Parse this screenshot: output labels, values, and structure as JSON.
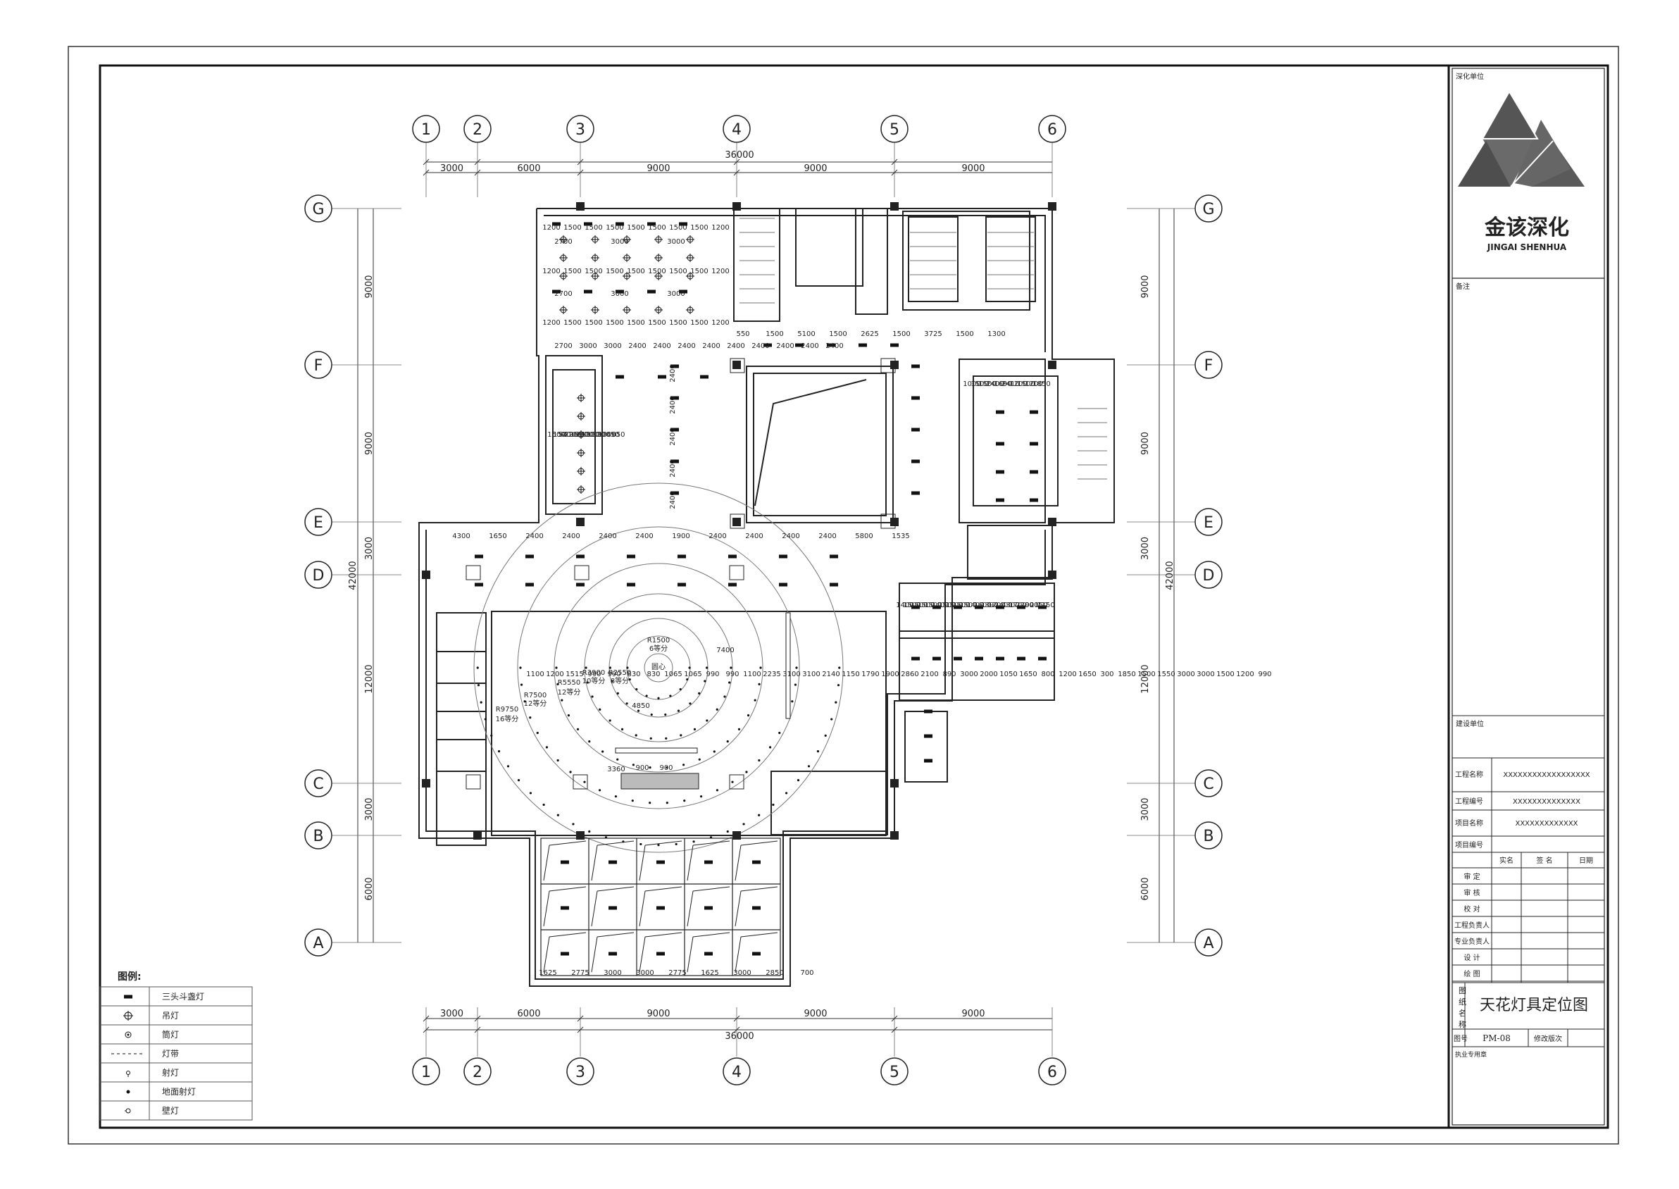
{
  "grid": {
    "col_labels": [
      "1",
      "2",
      "3",
      "4",
      "5",
      "6"
    ],
    "row_labels": [
      "G",
      "F",
      "E",
      "D",
      "C",
      "B",
      "A"
    ],
    "col_spacings": [
      "3000",
      "6000",
      "9000",
      "9000",
      "9000"
    ],
    "row_spacings": [
      "9000",
      "9000",
      "3000",
      "12000",
      "3000",
      "6000"
    ],
    "col_total": "36000",
    "row_total": "42000",
    "right_row_spacings": [
      "9000",
      "9000",
      "3000",
      "12000",
      "3000",
      "6000"
    ]
  },
  "dims": {
    "top_row1": [
      "1200",
      "1500",
      "1500",
      "1500",
      "1500",
      "1500",
      "1500",
      "1500",
      "1200"
    ],
    "top_row2": [
      "2700",
      "3000",
      "3000"
    ],
    "top_row3": [
      "1200",
      "1500",
      "1500",
      "1500",
      "1500",
      "1500",
      "1500",
      "1500",
      "1200"
    ],
    "top_row4": [
      "2700",
      "3000",
      "3000"
    ],
    "top_row5": [
      "1200",
      "1500",
      "1500",
      "1500",
      "1500",
      "1500",
      "1500",
      "1500",
      "1200"
    ],
    "row_f": [
      "2700",
      "3000",
      "3000",
      "2400",
      "2400",
      "2400",
      "2400",
      "2400",
      "2400",
      "2400",
      "2400",
      "2400"
    ],
    "row_f_right": [
      "550",
      "1500",
      "5100",
      "1500",
      "2625",
      "1500",
      "3725",
      "1500",
      "1300"
    ],
    "mid_vertical": [
      "2400",
      "2400",
      "2400",
      "2400",
      "2400"
    ],
    "row_e": [
      "4300",
      "1650",
      "2400",
      "2400",
      "2400",
      "2400",
      "1900",
      "2400",
      "2400",
      "2400",
      "2400",
      "5800",
      "1535"
    ],
    "lobby": [
      "R1500",
      "6等分",
      "R2550",
      "8等分",
      "R3900",
      "10等分",
      "R5550",
      "12等分",
      "R7500",
      "12等分",
      "R9750",
      "16等分",
      "圆心",
      "7400",
      "4850",
      "3360",
      "900",
      "900"
    ],
    "bottom_row": [
      "1625",
      "2775",
      "3000",
      "3000",
      "2775",
      "1625",
      "3000",
      "2850",
      "700"
    ],
    "left_block": [
      "1500",
      "1500",
      "5410",
      "2265",
      "1500",
      "1500",
      "1300",
      "1300",
      "1300",
      "1300",
      "650",
      "650"
    ],
    "right_block": [
      "1000",
      "1500",
      "1500",
      "2400",
      "1690",
      "2410",
      "1200",
      "1500",
      "1200",
      "1850"
    ],
    "right_lower": [
      "1400",
      "1500",
      "1500",
      "1500",
      "1500",
      "1400",
      "1500",
      "1500",
      "1500",
      "1500",
      "1400",
      "1600",
      "1390",
      "1200",
      "1400",
      "4300",
      "1700",
      "2200",
      "900",
      "2150",
      "1150"
    ],
    "misc": [
      "1100",
      "1200",
      "1515",
      "990",
      "990",
      "830",
      "830",
      "1065",
      "1065",
      "990",
      "990",
      "1100",
      "2235",
      "3100",
      "3100",
      "2140",
      "1150",
      "1790",
      "1900",
      "2860",
      "2100",
      "890",
      "3000",
      "2000",
      "1050",
      "1650",
      "800",
      "1200",
      "1650",
      "300",
      "1850",
      "1500",
      "1550",
      "3000",
      "3000",
      "1500",
      "1200",
      "990"
    ]
  },
  "legend": {
    "title": "图例:",
    "items": [
      {
        "icon": "triple-grille-light-icon",
        "label": "三头斗盏灯"
      },
      {
        "icon": "pendant-light-icon",
        "label": "吊灯"
      },
      {
        "icon": "downlight-icon",
        "label": "筒灯"
      },
      {
        "icon": "light-strip-icon",
        "label": "灯带"
      },
      {
        "icon": "spotlight-icon",
        "label": "射灯"
      },
      {
        "icon": "floor-spotlight-icon",
        "label": "地面射灯"
      },
      {
        "icon": "wall-light-icon",
        "label": "壁灯"
      }
    ]
  },
  "titleblock": {
    "company_label": "深化单位",
    "logo_cn": "金该深化",
    "logo_en": "JINGAI SHENHUA",
    "remark_label": "备注",
    "client_label": "建设单位",
    "project_name_label": "工程名称",
    "project_name_value": "XXXXXXXXXXXXXXXXXX",
    "project_no_label": "工程编号",
    "project_no_value": "XXXXXXXXXXXXXX",
    "item_name_label": "项目名称",
    "item_name_value": "XXXXXXXXXXXXX",
    "item_no_label": "项目编号",
    "col_name": "实名",
    "col_sign": "签 名",
    "col_date": "日期",
    "roles": [
      "审 定",
      "审 核",
      "校 对",
      "工程负责人",
      "专业负责人",
      "设 计",
      "绘 图"
    ],
    "drawing_name_label": "图纸名称",
    "drawing_title": "天花灯具定位图",
    "drawing_no_label": "图号",
    "drawing_no": "PM-08",
    "revision_label": "修改版次",
    "stamp_label": "执业专用章"
  }
}
